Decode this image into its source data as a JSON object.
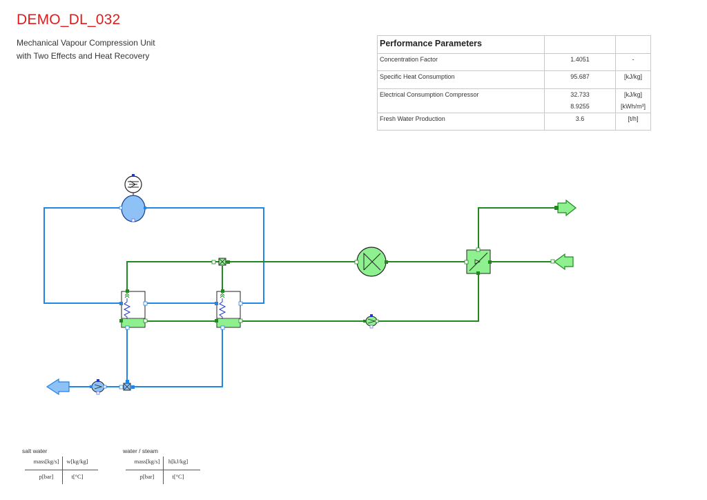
{
  "header": {
    "title": "DEMO_DL_032",
    "subtitle_line1": "Mechanical Vapour Compression Unit",
    "subtitle_line2": "with Two Effects and Heat Recovery"
  },
  "performance": {
    "heading": "Performance Parameters",
    "rows": [
      {
        "label": "Concentration Factor",
        "value": "1.4051",
        "unit": "-"
      },
      {
        "label": "Specific Heat Consumption",
        "value": "95.687",
        "unit": "[kJ/kg]"
      },
      {
        "label": "Electrical Consumption Compressor",
        "value": "32.733",
        "unit": "[kJ/kg]",
        "value2": "8.9255",
        "unit2": "[kWh/m³]"
      },
      {
        "label": "Fresh Water Production",
        "value": "3.6",
        "unit": "[t/h]"
      }
    ]
  },
  "legend": {
    "salt": {
      "title": "salt water",
      "tl": "mass[kg/s]",
      "tr": "w[kg/kg]",
      "bl": "p[bar]",
      "br": "t[°C]"
    },
    "water": {
      "title": "water / steam",
      "tl": "mass[kg/s]",
      "tr": "h[kJ/kg]",
      "bl": "p[bar]",
      "br": "t[°C]"
    }
  },
  "colors": {
    "salt_line": "#2185e5",
    "water_line": "#1e8a1e",
    "salt_fill": "#8ec1f5",
    "water_fill": "#8ef08e",
    "title_red": "#e01b1b"
  }
}
